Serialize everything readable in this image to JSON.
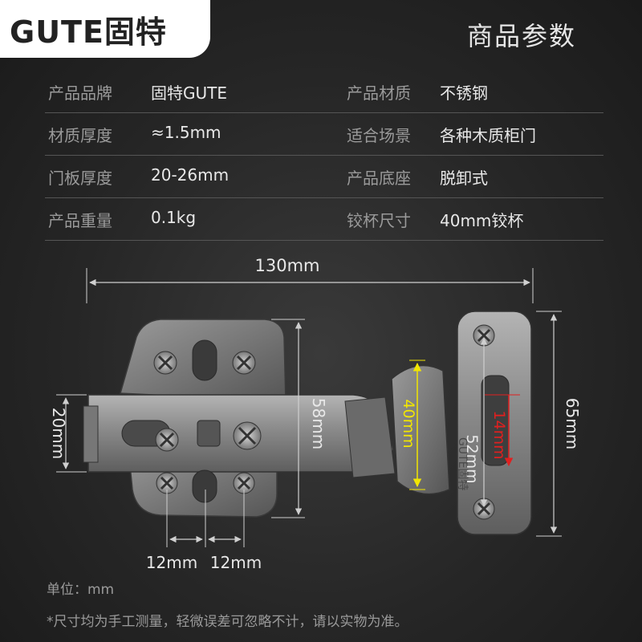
{
  "brand": {
    "name": "GUTE固特"
  },
  "heading": "商品参数",
  "specs": [
    {
      "label1": "产品品牌",
      "value1": "固特GUTE",
      "label2": "产品材质",
      "value2": "不锈钢"
    },
    {
      "label1": "材质厚度",
      "value1": "≈1.5mm",
      "label2": "适合场景",
      "value2": "各种木质柜门"
    },
    {
      "label1": "门板厚度",
      "value1": "20-26mm",
      "label2": "产品底座",
      "value2": "脱卸式"
    },
    {
      "label1": "产品重量",
      "value1": "0.1kg",
      "label2": "铰杯尺寸",
      "value2": "40mm铰杯"
    }
  ],
  "dimensions": {
    "total_width": "130mm",
    "base_height": "20mm",
    "arm_height": "58mm",
    "cup_diameter": "40mm",
    "cup_depth": "14mm",
    "hole_spacing": "52mm",
    "plate_height": "65mm",
    "screw_spacing_left": "12mm",
    "screw_spacing_right": "12mm"
  },
  "hinge_mark": "GUTE固特",
  "accent_colors": {
    "yellow": "#f2e600",
    "red": "#e02020",
    "dim_line": "#cfcfcf"
  },
  "notes": {
    "unit": "单位：mm",
    "disclaimer": "*尺寸均为手工测量，轻微误差可忽略不计，请以实物为准。"
  }
}
